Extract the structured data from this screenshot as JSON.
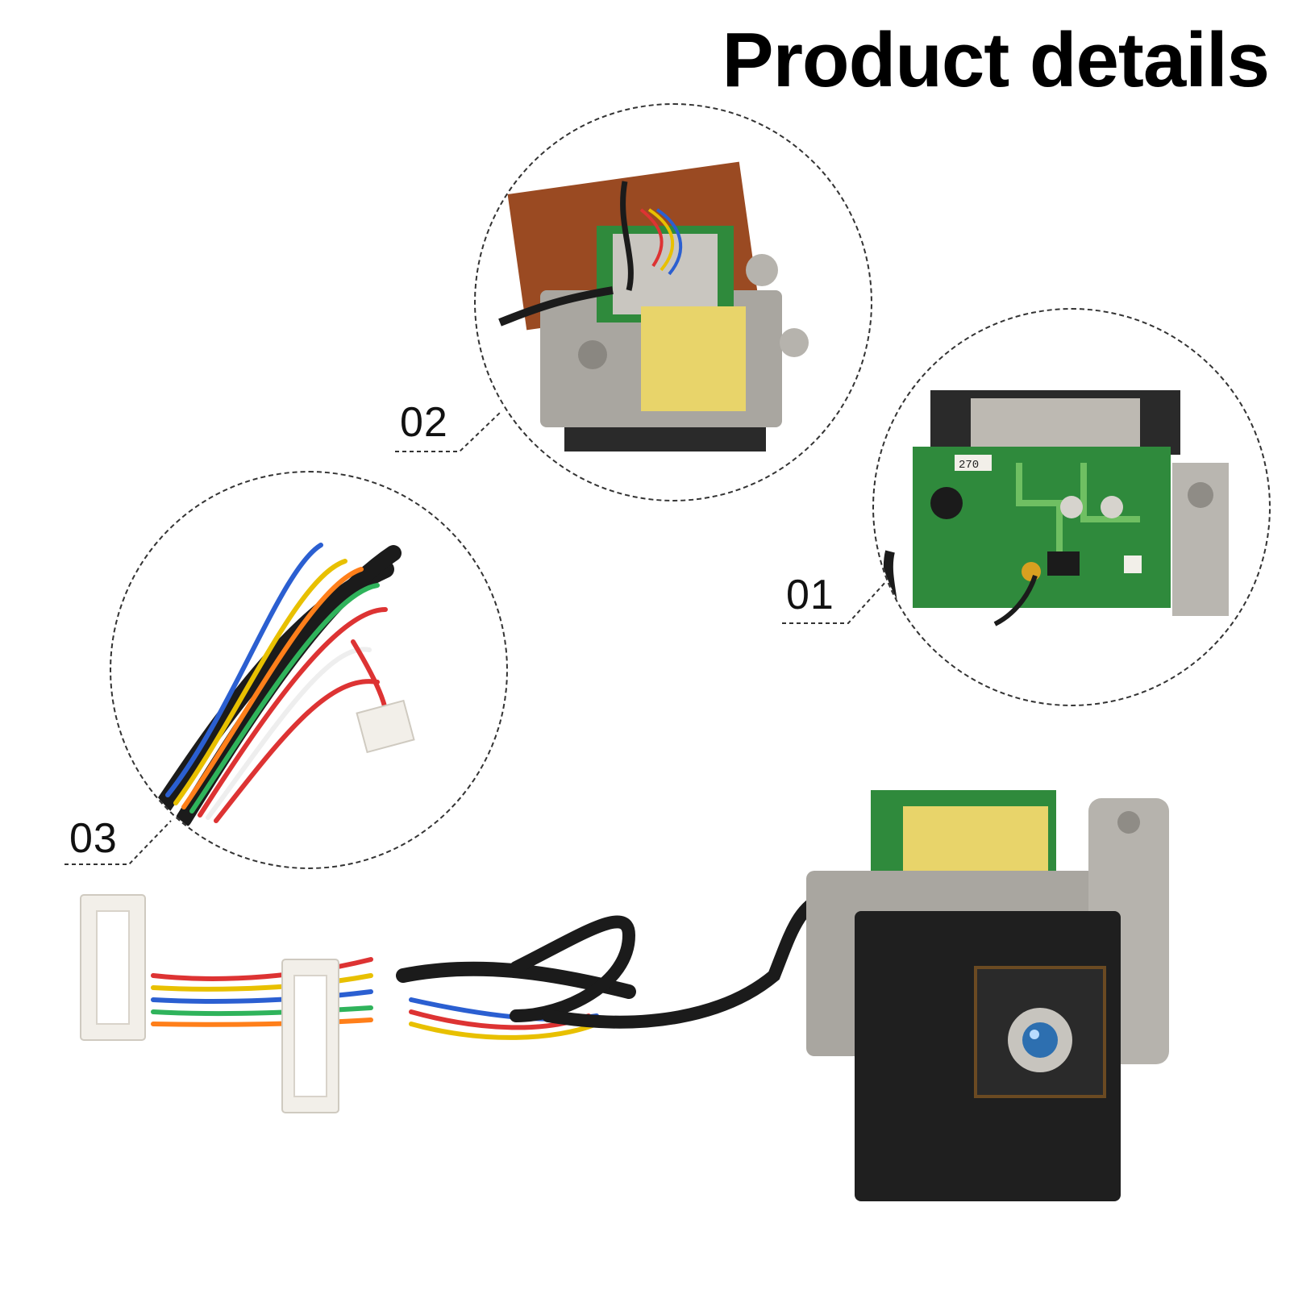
{
  "header": {
    "title": "Product details"
  },
  "callouts": [
    {
      "id": "01",
      "label": "01"
    },
    {
      "id": "02",
      "label": "02"
    },
    {
      "id": "03",
      "label": "03"
    }
  ],
  "colors": {
    "pcb_green": "#2f8a3c",
    "pcb_brown": "#9a4a22",
    "metal": "#a9a6a0",
    "yellow_tape": "#e8d46a",
    "connector_white": "#f2efe9",
    "cable_black": "#1b1b1b"
  },
  "pcb_marking": "270"
}
